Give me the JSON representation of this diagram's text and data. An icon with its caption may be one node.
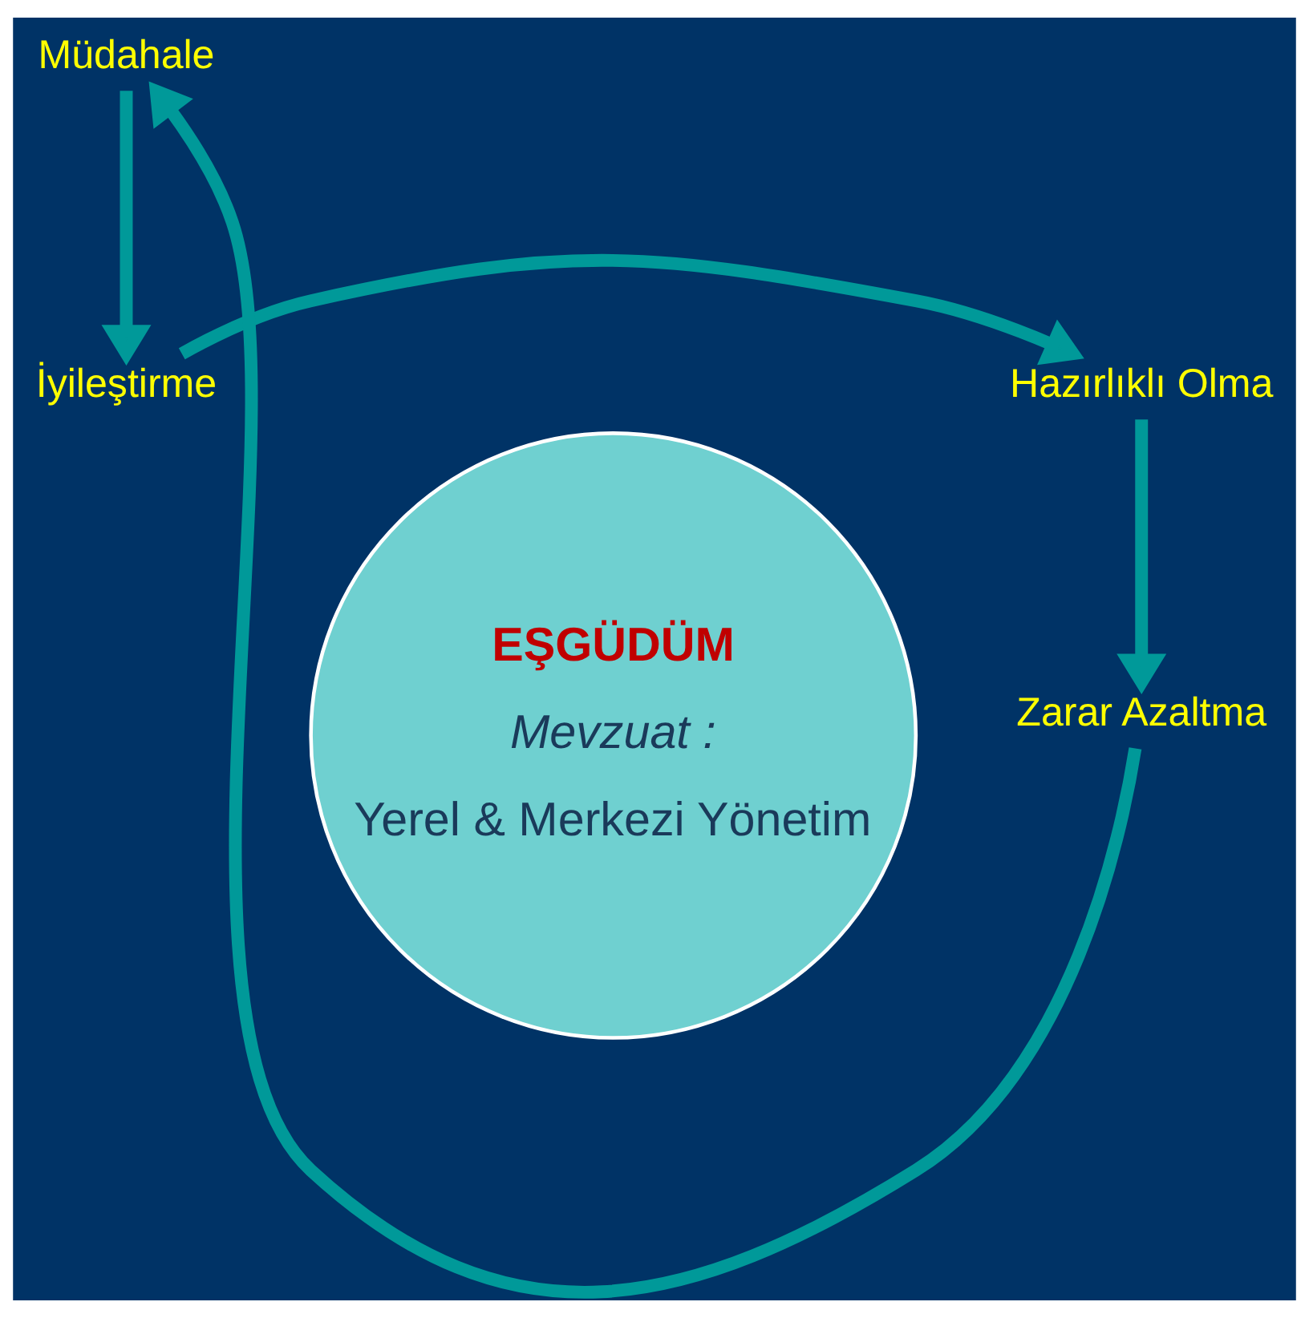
{
  "diagram": {
    "nodes": [
      {
        "text": [
          "İyileştirme"
        ]
      },
      {
        "text": [
          "Hazırlıklı Olma"
        ]
      },
      {
        "text": [
          "EŞGÜDÜM",
          "Mevzuat :",
          "Yerel & Merkezi Yönetim"
        ]
      },
      {
        "text": [
          "Zarar Azaltma"
        ]
      },
      {
        "text": [
          "Müdahale"
        ]
      }
    ],
    "edges": [
      {
        "from": 0,
        "to": 1,
        "arrow": "to"
      },
      {
        "from": 1,
        "to": 3,
        "arrow": "to"
      },
      {
        "from": 3,
        "to": 4,
        "arrow": "to"
      },
      {
        "from": 4,
        "to": 0,
        "arrow": "to"
      }
    ]
  }
}
